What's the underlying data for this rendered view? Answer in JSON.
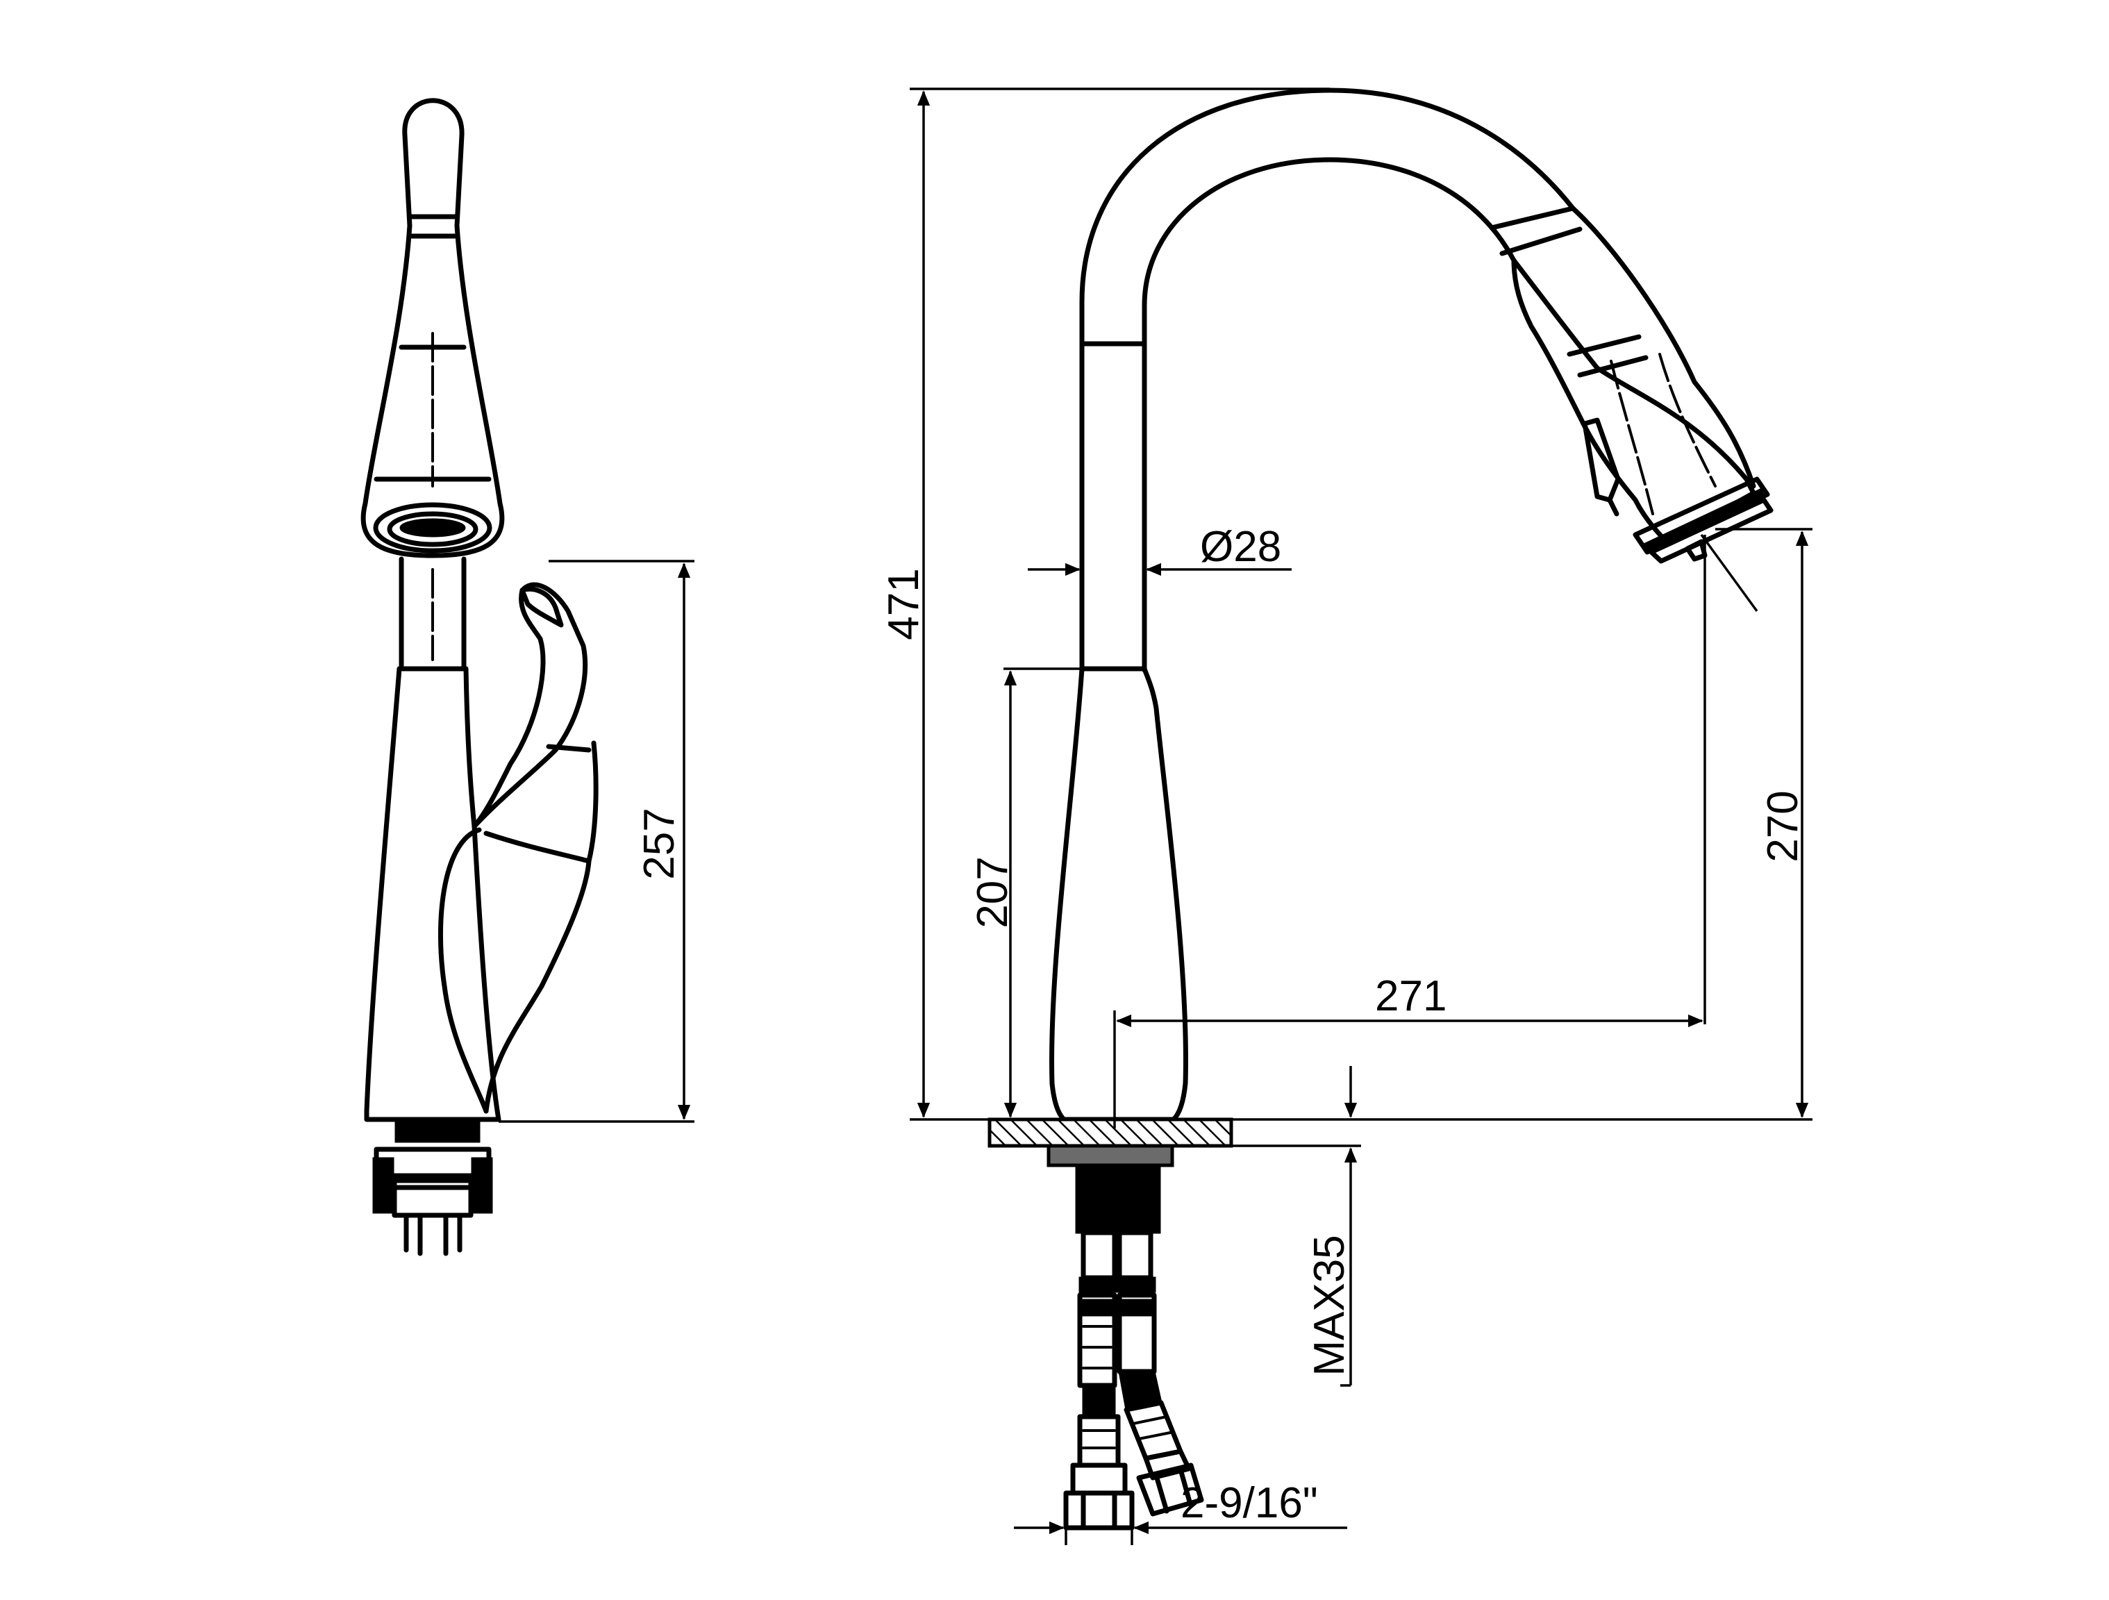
{
  "dimensions": {
    "side_height": "257",
    "total_height": "471",
    "body_height": "207",
    "spout_diameter": "Ø28",
    "spout_clearance": "270",
    "spout_reach": "271",
    "deck_thickness": "MAX35",
    "connector_thread": "2-9/16\""
  }
}
